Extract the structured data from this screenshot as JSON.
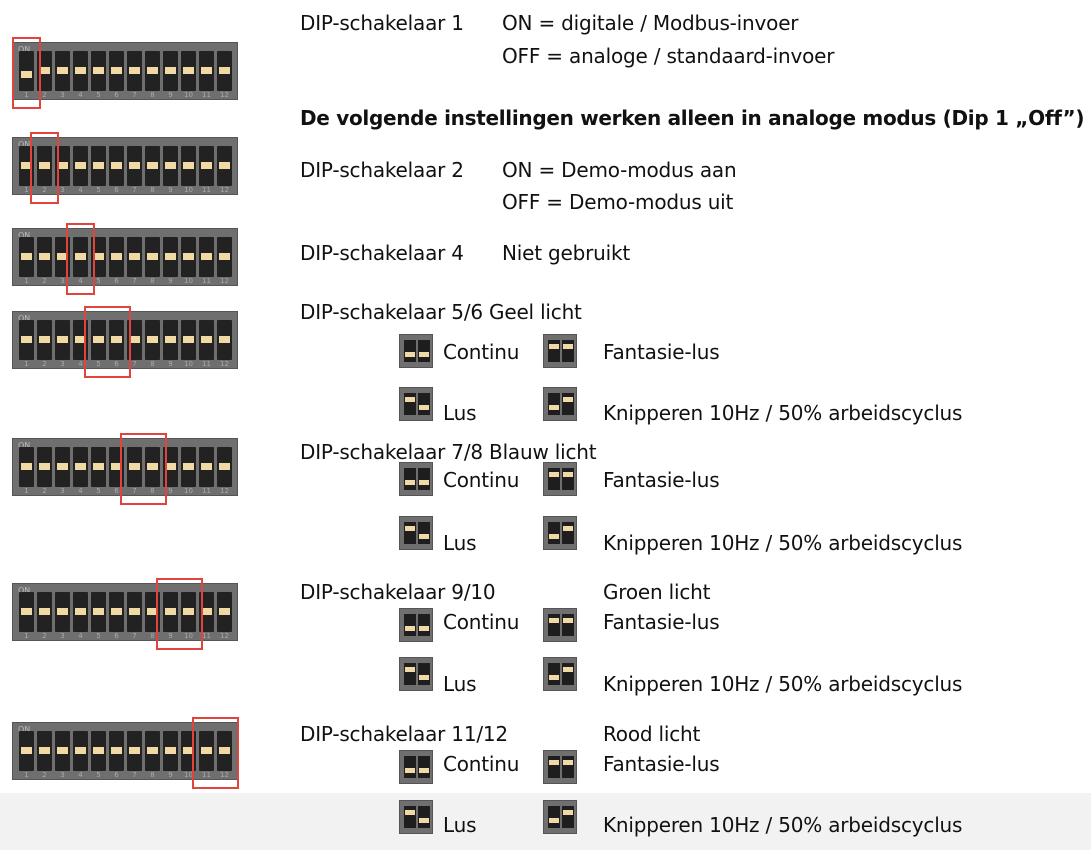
{
  "switch_numbers": [
    "1",
    "2",
    "3",
    "4",
    "5",
    "6",
    "7",
    "8",
    "9",
    "10",
    "11",
    "12"
  ],
  "dip_on_label": "ON",
  "dip1": {
    "label": "DIP-schakelaar 1",
    "on": "ON = digitale / Modbus-invoer",
    "off": "OFF = analoge / standaard-invoer"
  },
  "analog_heading": "De volgende instellingen werken alleen in analoge modus (Dip 1 „Off”)",
  "dip2": {
    "label": "DIP-schakelaar 2",
    "on": "ON = Demo-modus aan",
    "off": "OFF = Demo-modus uit"
  },
  "dip4": {
    "label": "DIP-schakelaar 4",
    "desc": "Niet gebruikt"
  },
  "dip56": {
    "label": "DIP-schakelaar 5/6 Geel licht"
  },
  "dip78": {
    "label": "DIP-schakelaar 7/8 Blauw licht"
  },
  "dip910": {
    "label": "DIP-schakelaar 9/10",
    "color": "Groen licht"
  },
  "dip1112": {
    "label": "DIP-schakelaar 11/12",
    "color": "Rood licht"
  },
  "modes": {
    "continuous": "Continu",
    "fantasy": "Fantasie-lus",
    "loop": "Lus",
    "blink": "Knipperen 10Hz / 50% arbeidscyclus"
  },
  "colors": {
    "marker": "#e0443a",
    "dip_body": "#6f6f6f",
    "lever": "#f1d9a6"
  }
}
